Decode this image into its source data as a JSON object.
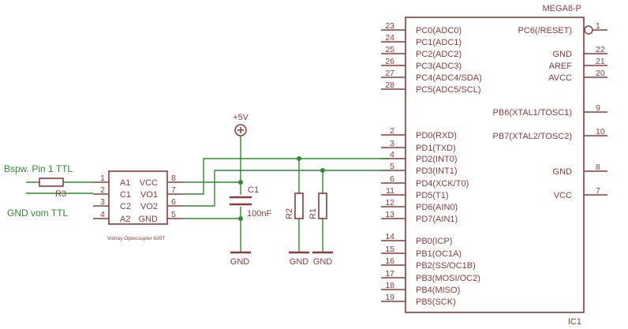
{
  "mcu": {
    "part": "MEGA8-P",
    "ref": "IC1",
    "left_pins": [
      {
        "num": "23",
        "name": "PC0(ADC0)"
      },
      {
        "num": "24",
        "name": "PC1(ADC1)"
      },
      {
        "num": "25",
        "name": "PC2(ADC2)"
      },
      {
        "num": "26",
        "name": "PC3(ADC3)"
      },
      {
        "num": "27",
        "name": "PC4(ADC4/SDA)"
      },
      {
        "num": "28",
        "name": "PC5(ADC5/SCL)"
      },
      {
        "num": "2",
        "name": "PD0(RXD)"
      },
      {
        "num": "3",
        "name": "PD1(TXD)"
      },
      {
        "num": "4",
        "name": "PD2(INT0)"
      },
      {
        "num": "5",
        "name": "PD3(INT1)"
      },
      {
        "num": "6",
        "name": "PD4(XCK/T0)"
      },
      {
        "num": "11",
        "name": "PD5(T1)"
      },
      {
        "num": "12",
        "name": "PD6(AIN0)"
      },
      {
        "num": "13",
        "name": "PD7(AIN1)"
      },
      {
        "num": "14",
        "name": "PB0(ICP)"
      },
      {
        "num": "15",
        "name": "PB1(OC1A)"
      },
      {
        "num": "16",
        "name": "PB2(SS/OC1B)"
      },
      {
        "num": "17",
        "name": "PB3(MOSI/OC2)"
      },
      {
        "num": "18",
        "name": "PB4(MISO)"
      },
      {
        "num": "19",
        "name": "PB5(SCK)"
      }
    ],
    "right_pins": [
      {
        "num": "1",
        "name": "PC6(/RESET)"
      },
      {
        "num": "22",
        "name": "GND"
      },
      {
        "num": "21",
        "name": "AREF"
      },
      {
        "num": "20",
        "name": "AVCC"
      },
      {
        "num": "9",
        "name": "PB6(XTAL1/TOSC1)"
      },
      {
        "num": "10",
        "name": "PB7(XTAL2/TOSC2)"
      },
      {
        "num": "8",
        "name": "GND"
      },
      {
        "num": "7",
        "name": "VCC"
      }
    ]
  },
  "optocoupler": {
    "label": "Vishay Optocoupler 630T",
    "left_pins": [
      {
        "num": "1",
        "name": "A1"
      },
      {
        "num": "2",
        "name": "C1"
      },
      {
        "num": "3",
        "name": "C2"
      },
      {
        "num": "4",
        "name": "A2"
      }
    ],
    "right_pins": [
      {
        "num": "8",
        "name": "VCC"
      },
      {
        "num": "7",
        "name": "VO1"
      },
      {
        "num": "6",
        "name": "VO2"
      },
      {
        "num": "5",
        "name": "GND"
      }
    ]
  },
  "components": {
    "r3": "R3",
    "c1_ref": "C1",
    "c1_value": "100nF",
    "r2": "R2",
    "r1": "R1",
    "supply": "+5V",
    "gnd_c1": "GND",
    "gnd_r2": "GND",
    "gnd_r1": "GND",
    "gnd_opto": "GND"
  },
  "nets": {
    "input_label": "Bspw. Pin 1 TTL",
    "gnd_label": "GND vom TTL"
  },
  "colors": {
    "component": "#8a3b3b",
    "wire": "#2e8b2e"
  }
}
